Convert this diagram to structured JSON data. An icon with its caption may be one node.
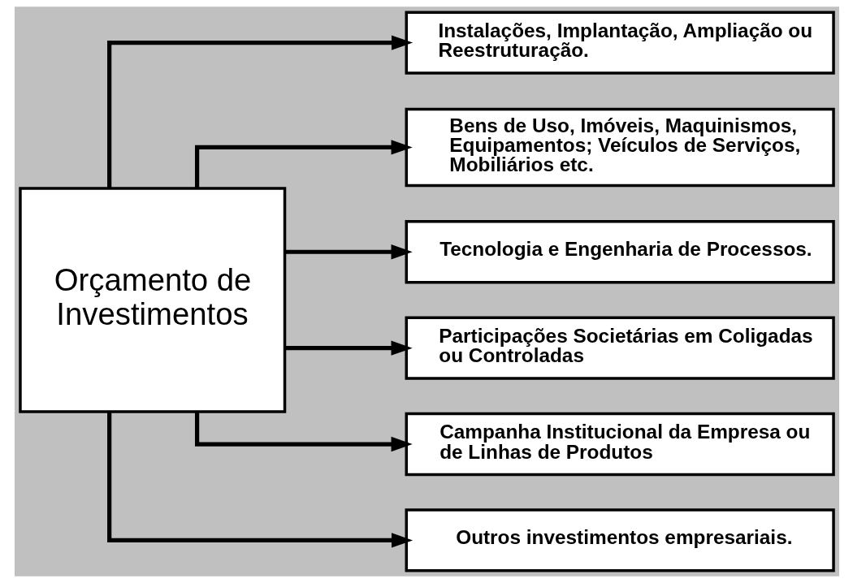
{
  "diagram": {
    "nodes": [
      {
        "text": [
          "Orçamento de Investimentos"
        ]
      },
      {
        "text": [
          "Instalações, Implantação, Ampliação ou Reestruturação."
        ]
      },
      {
        "text": [
          "Bens de Uso, Imóveis, Maquinismos, Equipamentos; Veículos de Serviços, Mobiliários etc."
        ]
      },
      {
        "text": [
          "Tecnologia e Engenharia de Processos."
        ]
      },
      {
        "text": [
          "Participações Societárias em Coligadas ou Controladas"
        ]
      },
      {
        "text": [
          "Campanha Institucional da Empresa ou de Linhas de Produtos"
        ]
      },
      {
        "text": [
          "Outros investimentos empresariais."
        ]
      }
    ],
    "edges": [
      {
        "from": 0,
        "to": 1,
        "arrow": "to"
      },
      {
        "from": 0,
        "to": 2,
        "arrow": "to"
      },
      {
        "from": 0,
        "to": 3,
        "arrow": "to"
      },
      {
        "from": 0,
        "to": 4,
        "arrow": "to"
      },
      {
        "from": 0,
        "to": 5,
        "arrow": "to"
      },
      {
        "from": 0,
        "to": 6,
        "arrow": "to"
      }
    ]
  }
}
